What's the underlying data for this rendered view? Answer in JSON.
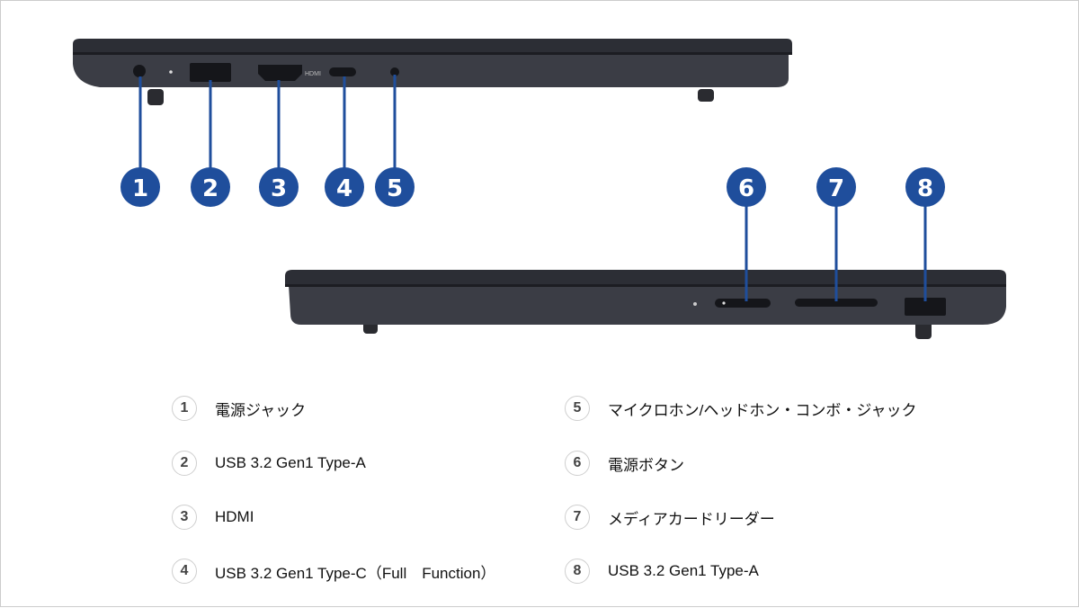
{
  "callouts": [
    "1",
    "2",
    "3",
    "4",
    "5",
    "6",
    "7",
    "8"
  ],
  "port_markings": {
    "hdmi": "HDMI"
  },
  "legend": [
    {
      "num": "1",
      "label": "電源ジャック"
    },
    {
      "num": "2",
      "label": "USB 3.2 Gen1 Type-A"
    },
    {
      "num": "3",
      "label": "HDMI"
    },
    {
      "num": "4",
      "label": "USB 3.2 Gen1 Type-C（Full　Function）"
    },
    {
      "num": "5",
      "label": "マイクロホン/ヘッドホン・コンボ・ジャック"
    },
    {
      "num": "6",
      "label": "電源ボタン"
    },
    {
      "num": "7",
      "label": "メディアカードリーダー"
    },
    {
      "num": "8",
      "label": "USB 3.2 Gen1 Type-A"
    }
  ],
  "colors": {
    "callout": "#1f4e9c",
    "laptop": "#3a3c44",
    "laptop_lid": "#2c2e35"
  }
}
